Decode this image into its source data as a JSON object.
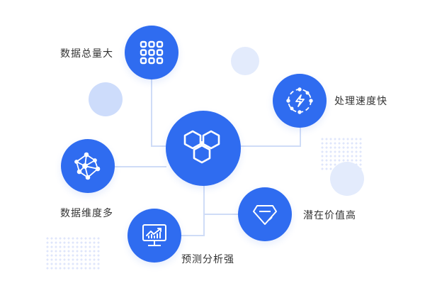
{
  "diagram": {
    "center": {
      "name": "core",
      "icon": "hexagon-cluster-icon"
    },
    "features": [
      {
        "label": "数据总量大",
        "icon": "grid-icon"
      },
      {
        "label": "处理速度快",
        "icon": "lightning-bolt-icon"
      },
      {
        "label": "数据维度多",
        "icon": "network-mesh-icon"
      },
      {
        "label": "潜在价值高",
        "icon": "diamond-icon"
      },
      {
        "label": "预测分析强",
        "icon": "chart-monitor-icon"
      }
    ],
    "colors": {
      "node": "#2f6cf0",
      "connector": "#cfdcf7",
      "deco_circle_strong": "#cddcfb",
      "deco_circle_light": "#e3ebfc",
      "dots": "#dfe6fb",
      "text": "#333333"
    }
  }
}
